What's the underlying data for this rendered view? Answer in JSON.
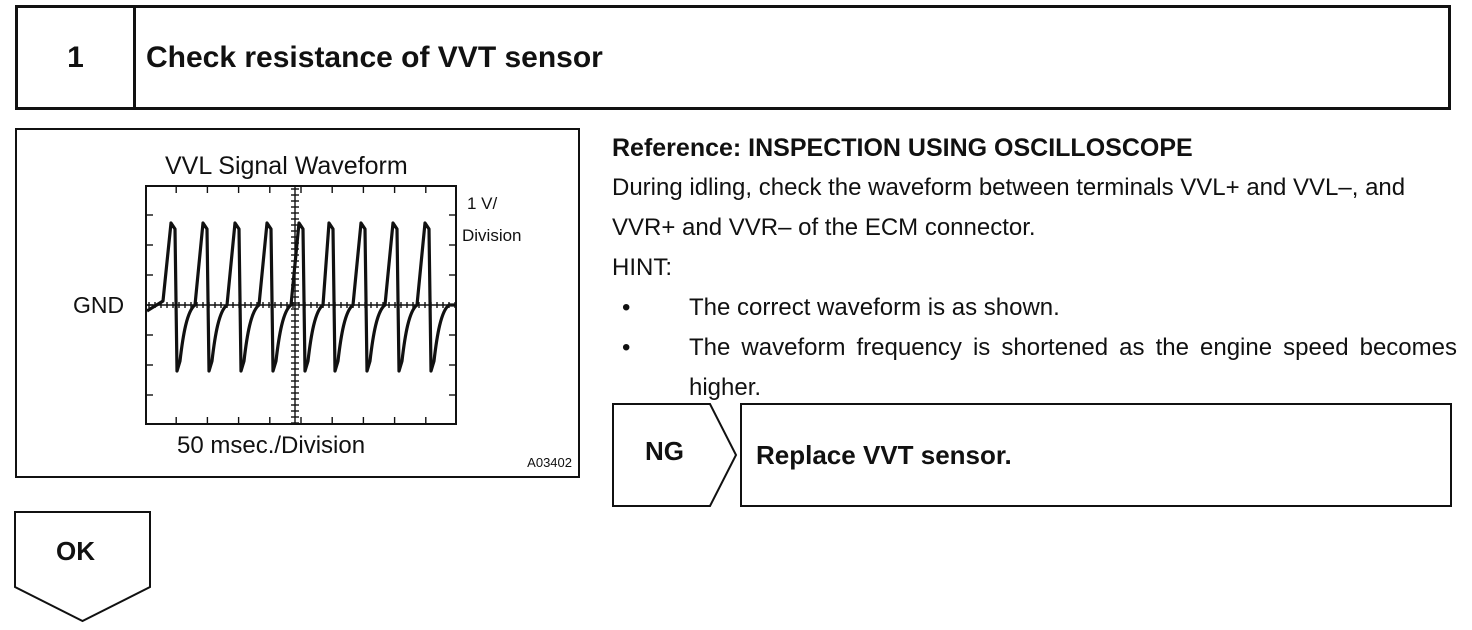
{
  "step": {
    "number": "1",
    "title": "Check resistance of VVT sensor"
  },
  "figure": {
    "title": "VVL Signal Waveform",
    "vdiv_line1": "1 V/",
    "vdiv_line2": "Division",
    "gnd_label": "GND",
    "tdiv_label": "50 msec./Division",
    "figure_id": "A03402"
  },
  "reference": {
    "heading": "Reference: INSPECTION USING OSCILLOSCOPE",
    "body": "During idling, check the waveform between terminals VVL+ and VVL–, and VVR+ and VVR– of the ECM connector.",
    "hint_label": "HINT:",
    "hints": [
      "The correct waveform is as shown.",
      "The waveform frequency is shortened as the engine speed becomes higher."
    ],
    "bullet": "•"
  },
  "ng": {
    "tag": "NG",
    "action": "Replace VVT sensor."
  },
  "ok": {
    "tag": "OK"
  }
}
